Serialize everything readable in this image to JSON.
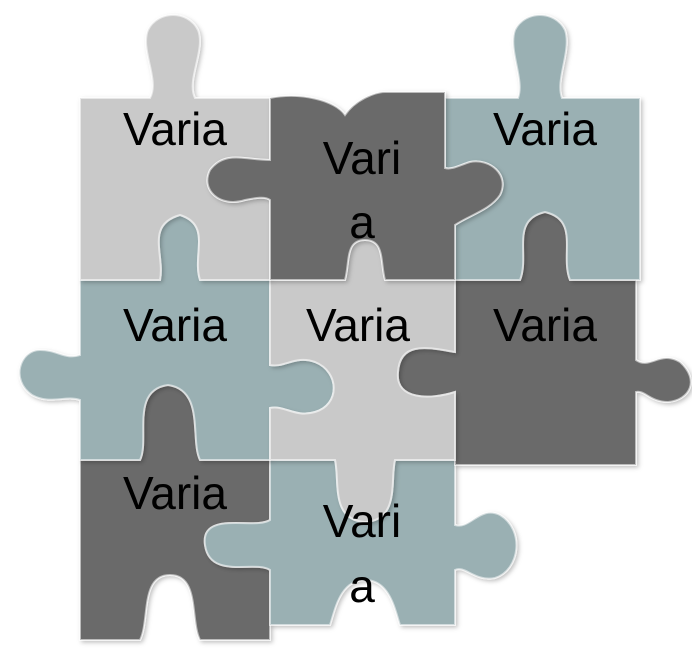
{
  "colors": {
    "light_gray": "#c9c9c9",
    "dark_gray": "#6a6a6a",
    "blue_gray": "#9ab0b3"
  },
  "pieces": [
    {
      "id": "r1c1",
      "color": "light_gray",
      "lines": [
        "Varia"
      ]
    },
    {
      "id": "r1c2",
      "color": "dark_gray",
      "lines": [
        "Vari",
        "a"
      ]
    },
    {
      "id": "r1c3",
      "color": "blue_gray",
      "lines": [
        "Varia"
      ]
    },
    {
      "id": "r2c1",
      "color": "blue_gray",
      "lines": [
        "Varia"
      ]
    },
    {
      "id": "r2c2",
      "color": "light_gray",
      "lines": [
        "Varia"
      ]
    },
    {
      "id": "r2c3",
      "color": "dark_gray",
      "lines": [
        "Varia"
      ]
    },
    {
      "id": "r3c1",
      "color": "dark_gray",
      "lines": [
        "Varia"
      ]
    },
    {
      "id": "r3c2",
      "color": "blue_gray",
      "lines": [
        "Vari",
        "a"
      ]
    }
  ]
}
